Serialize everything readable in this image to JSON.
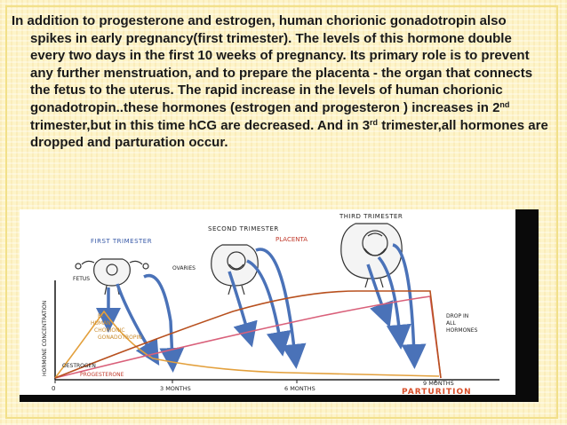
{
  "slide": {
    "segments": [
      {
        "text": "In addition to progesterone and estrogen, human chorionic gonadotropin also spikes in early pregnancy(first trimester). The levels of this hormone double every two days in the first 10 weeks of pregnancy. Its primary role is to prevent any further menstruation, and to prepare the placenta - the organ that connects the fetus to the uterus. The rapid increase in the levels of human chorionic gonadotropin..these hormones (estrogen and progesteron ) increases in 2",
        "sup": false
      },
      {
        "text": "nd",
        "sup": true
      },
      {
        "text": " trimester,but in this time hCG are decreased. And in 3",
        "sup": false
      },
      {
        "text": "rd",
        "sup": true
      },
      {
        "text": " trimester,all hormones are dropped and parturation occur.",
        "sup": false
      }
    ]
  },
  "diagram": {
    "labels": {
      "first_trimester": "FIRST TRIMESTER",
      "second_trimester": "SECOND TRIMESTER",
      "third_trimester": "THIRD TRIMESTER",
      "fetus": "FETUS",
      "ovaries": "OVARIES",
      "placenta": "PLACENTA",
      "y_axis": "HORMONE CONCENTRATION",
      "hcg": [
        "B-",
        "HUMAN",
        "CHORIONIC",
        "GONADOTROPIN"
      ],
      "estrogen": "OESTROGEN",
      "progesterone": "PROGESTERONE",
      "drop": [
        "DROP IN",
        "ALL",
        "HORMONES"
      ],
      "tick_0": "0",
      "tick_3": "3 MONTHS",
      "tick_6": "6 MONTHS",
      "tick_9": "9 MONTHS",
      "parturition": "PARTURITION"
    },
    "colors": {
      "hcg": "#e3a03c",
      "estrogen": "#d9607a",
      "progesterone": "#b8501e",
      "arrow": "#4a72b8",
      "parturition": "#d94f2a",
      "ink": "#222222"
    }
  }
}
